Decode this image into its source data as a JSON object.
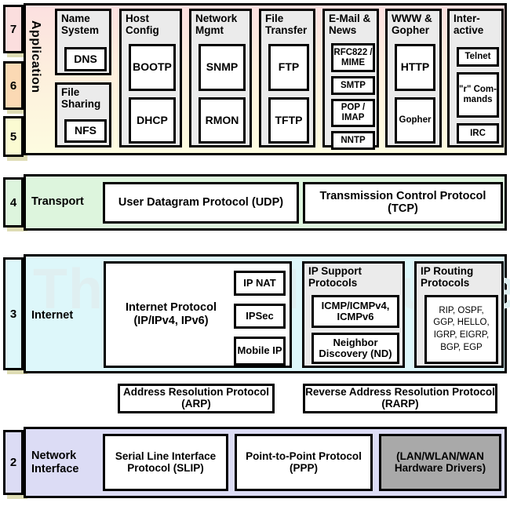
{
  "diagram": {
    "watermark": "The TCP/IP Guide",
    "osi_numbers": {
      "seven": "7",
      "six": "6",
      "five": "5",
      "four": "4",
      "three": "3",
      "two": "2"
    },
    "colors": {
      "application_top": "#fce0e0",
      "application_bottom": "#fdfce0",
      "transport": "#ddf5dd",
      "internet": "#ddf7fa",
      "network_interface": "#dcdcf5",
      "group_box": "#ebebeb",
      "hardware_drivers": "#a9a9a9",
      "chip_shadow": "#dedcb4",
      "watermark": "#dfeff1"
    }
  },
  "layers": {
    "application": {
      "name": "Application",
      "numbers": [
        "7",
        "6",
        "5"
      ],
      "groups": [
        {
          "label": "Name System",
          "protocols": [
            "DNS"
          ]
        },
        {
          "label": "File Sharing",
          "protocols": [
            "NFS"
          ]
        },
        {
          "label": "Host Config",
          "protocols": [
            "BOOTP",
            "DHCP"
          ]
        },
        {
          "label": "Network Mgmt",
          "protocols": [
            "SNMP",
            "RMON"
          ]
        },
        {
          "label": "File Transfer",
          "protocols": [
            "FTP",
            "TFTP"
          ]
        },
        {
          "label": "E-Mail & News",
          "protocols": [
            "RFC822 / MIME",
            "SMTP",
            "POP / IMAP",
            "NNTP"
          ]
        },
        {
          "label": "WWW & Gopher",
          "protocols": [
            "HTTP",
            "Gopher"
          ]
        },
        {
          "label": "Inter- active",
          "protocols": [
            "Telnet",
            "\"r\" Com- mands",
            "IRC"
          ]
        }
      ]
    },
    "transport": {
      "name": "Transport",
      "number": "4",
      "protocols": [
        "User Datagram Protocol (UDP)",
        "Transmission Control Protocol (TCP)"
      ]
    },
    "internet": {
      "name": "Internet",
      "number": "3",
      "main_protocol": "Internet Protocol (IP/IPv4, IPv6)",
      "main_side_protocols": [
        "IP NAT",
        "IPSec",
        "Mobile IP"
      ],
      "groups": [
        {
          "label": "IP Support Protocols",
          "protocols": [
            "ICMP/ICMPv4, ICMPv6",
            "Neighbor Discovery (ND)"
          ]
        },
        {
          "label": "IP Routing Protocols",
          "protocols": [
            "RIP, OSPF, GGP, HELLO, IGRP, EIGRP, BGP, EGP"
          ]
        }
      ],
      "resolution_protocols": [
        "Address Resolution Protocol (ARP)",
        "Reverse Address Resolution Protocol (RARP)"
      ]
    },
    "network_interface": {
      "name": "Network Interface",
      "number": "2",
      "protocols": [
        "Serial Line Interface Protocol (SLIP)",
        "Point-to-Point Protocol (PPP)",
        "(LAN/WLAN/WAN Hardware Drivers)"
      ]
    }
  }
}
